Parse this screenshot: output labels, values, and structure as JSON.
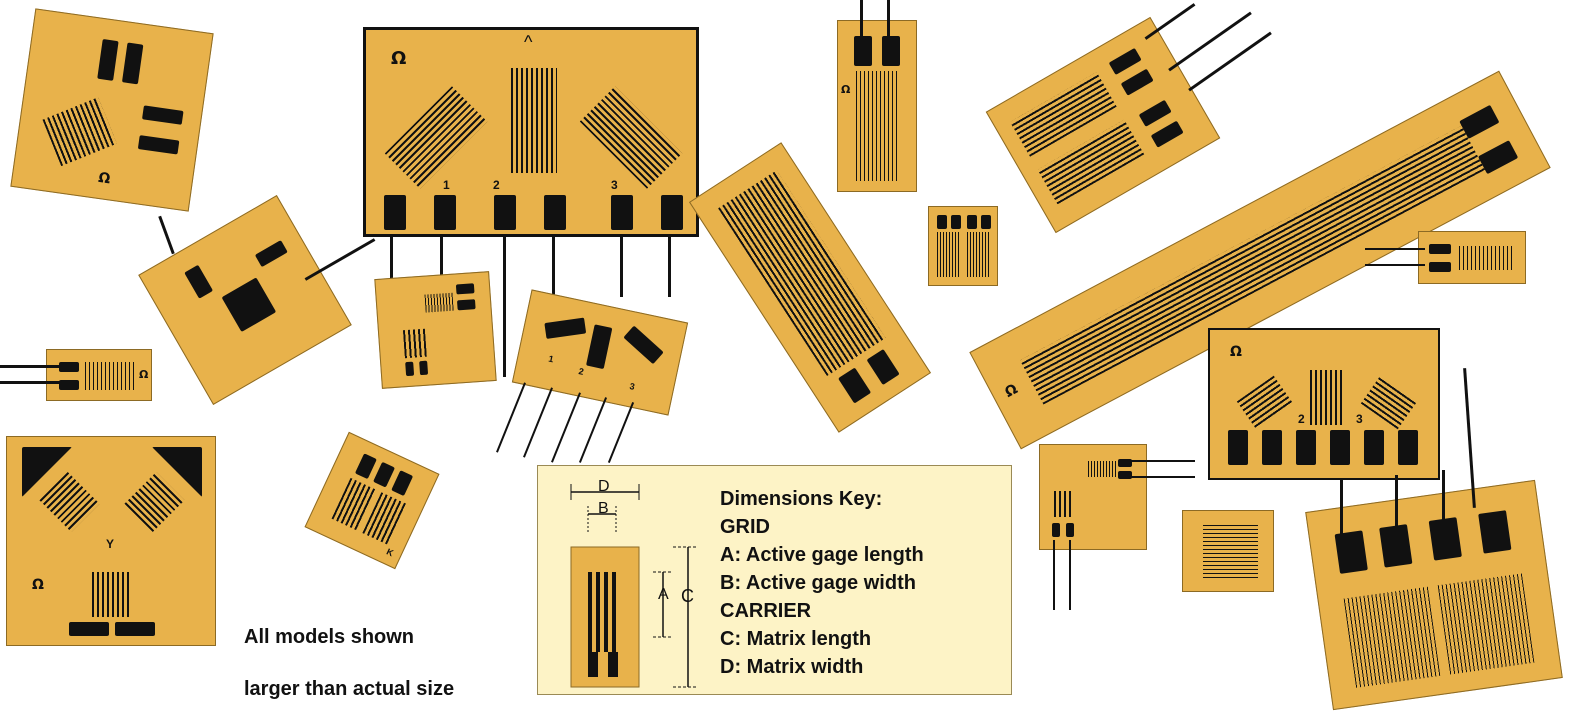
{
  "caption": {
    "line1": "All models shown",
    "line2": "larger than actual size"
  },
  "key": {
    "title": "Dimensions Key:",
    "grid_heading": "GRID",
    "a": "A: Active gage length",
    "b": "B: Active gage width",
    "carrier_heading": "CARRIER",
    "c": "C: Matrix length",
    "d": "D: Matrix width",
    "dim_a": "A",
    "dim_b": "B",
    "dim_c": "C",
    "dim_d": "D"
  },
  "gage_labels": {
    "rosette_1": "1",
    "rosette_2": "2",
    "rosette_3": "3",
    "y_label": "Y",
    "k_label": "K",
    "small_1": "1",
    "small_2": "2",
    "small_3": "3"
  },
  "colors": {
    "carrier": "#e8b24b",
    "grid": "#111111",
    "key_box": "#fdf3c6"
  },
  "icons": [
    "omega-logo-icon",
    "arrow-up-icon"
  ]
}
